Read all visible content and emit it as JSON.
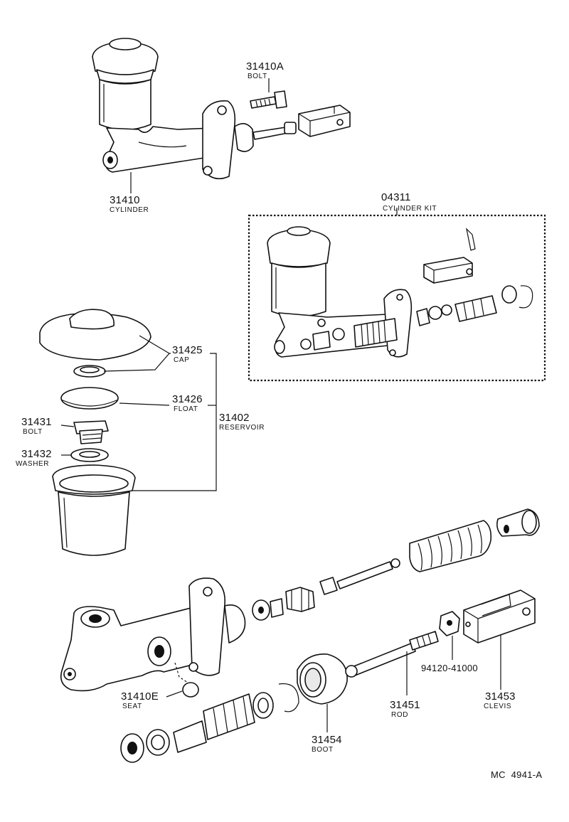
{
  "parts": {
    "p31410A": {
      "number": "31410A",
      "name": "BOLT"
    },
    "p31410": {
      "number": "31410",
      "name": "CYLINDER"
    },
    "p04311": {
      "number": "04311",
      "name": "CYLINDER KIT"
    },
    "p31425": {
      "number": "31425",
      "name": "CAP"
    },
    "p31426": {
      "number": "31426",
      "name": "FLOAT"
    },
    "p31402": {
      "number": "31402",
      "name": "RESERVOIR"
    },
    "p31431": {
      "number": "31431",
      "name": "BOLT"
    },
    "p31432": {
      "number": "31432",
      "name": "WASHER"
    },
    "p31410E": {
      "number": "31410E",
      "name": "SEAT"
    },
    "p9412041000": {
      "number": "94120-41000"
    },
    "p31451": {
      "number": "31451",
      "name": "ROD"
    },
    "p31453": {
      "number": "31453",
      "name": "CLEVIS"
    },
    "p31454": {
      "number": "31454",
      "name": "BOOT"
    }
  },
  "diagram_ref": "MC  4941-A",
  "colors": {
    "ink": "#111111",
    "paper": "#ffffff"
  }
}
